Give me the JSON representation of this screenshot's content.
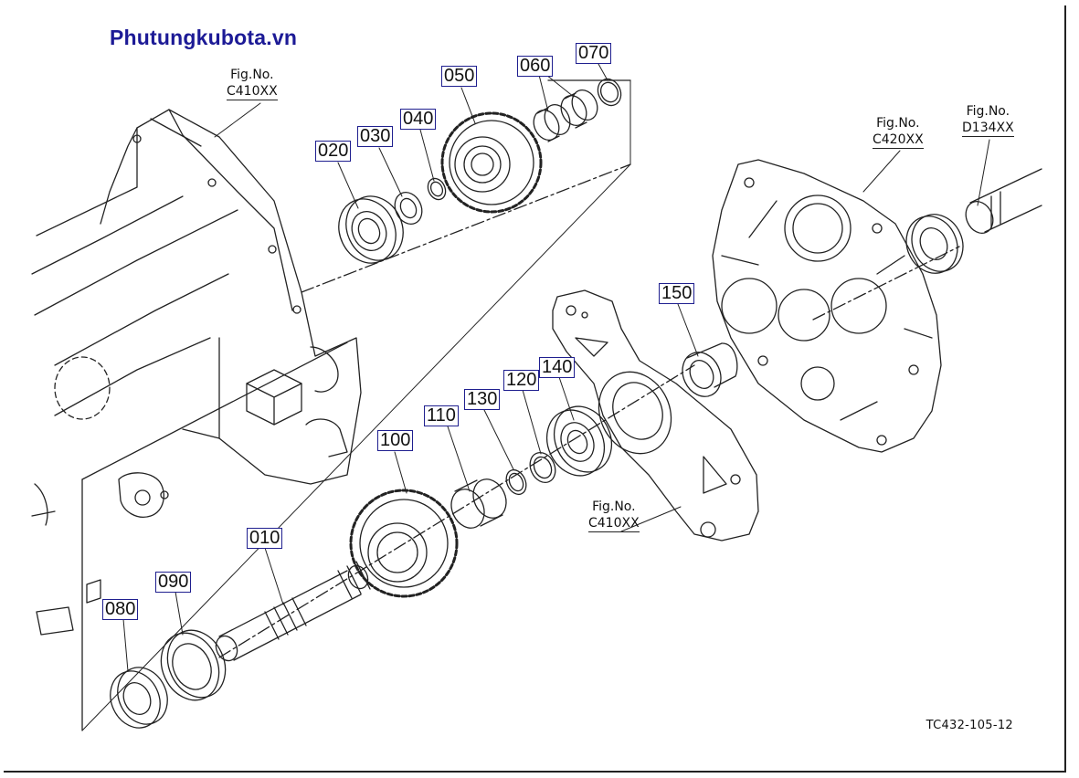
{
  "watermark": "Phutungkubota.vn",
  "diagram_code": "TC432-105-12",
  "part_labels": [
    "020",
    "030",
    "040",
    "050",
    "060",
    "070",
    "150",
    "110",
    "130",
    "120",
    "140",
    "100",
    "010",
    "090",
    "080"
  ],
  "figure_refs": [
    {
      "line1": "Fig.No.",
      "line2": "C410XX"
    },
    {
      "line1": "Fig.No.",
      "line2": "C420XX"
    },
    {
      "line1": "Fig.No.",
      "line2": "D134XX"
    },
    {
      "line1": "Fig.No.",
      "line2": "C410XX"
    }
  ],
  "colors": {
    "label_border": "#1f1f8f",
    "watermark": "#1c1a96",
    "line": "#222222"
  }
}
